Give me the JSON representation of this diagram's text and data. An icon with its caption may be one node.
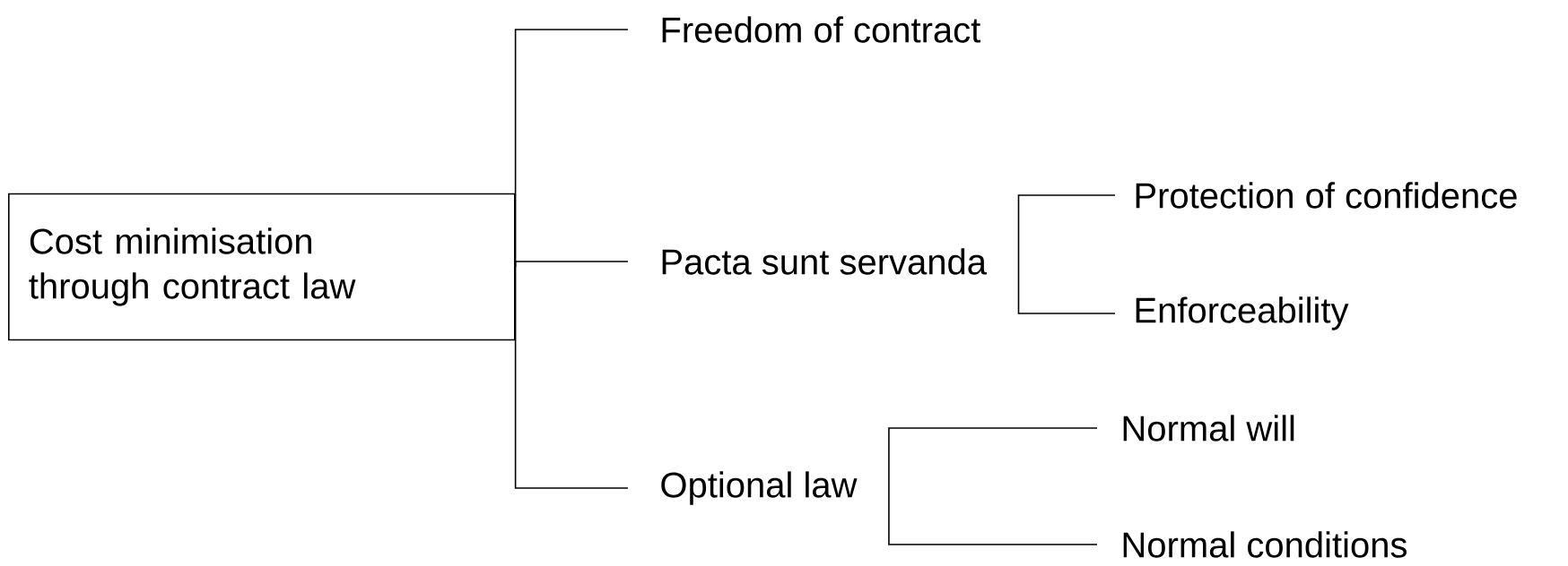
{
  "diagram": {
    "nodes": [
      {
        "text": [
          "Cost minimisation through contract law"
        ]
      },
      {
        "text": [
          "Freedom of contract"
        ]
      },
      {
        "text": [
          "Pacta sunt servanda"
        ]
      },
      {
        "text": [
          "Optional law"
        ]
      },
      {
        "text": [
          "Protection of confidence"
        ]
      },
      {
        "text": [
          "Enforceability"
        ]
      },
      {
        "text": [
          "Normal will"
        ]
      },
      {
        "text": [
          "Normal conditions"
        ]
      }
    ],
    "edges": [
      {
        "from": 0,
        "to": 1,
        "arrow": "none"
      },
      {
        "from": 0,
        "to": 2,
        "arrow": "none"
      },
      {
        "from": 0,
        "to": 3,
        "arrow": "none"
      },
      {
        "from": 2,
        "to": 4,
        "arrow": "none"
      },
      {
        "from": 2,
        "to": 5,
        "arrow": "none"
      },
      {
        "from": 3,
        "to": 6,
        "arrow": "none"
      },
      {
        "from": 3,
        "to": 7,
        "arrow": "none"
      }
    ]
  }
}
